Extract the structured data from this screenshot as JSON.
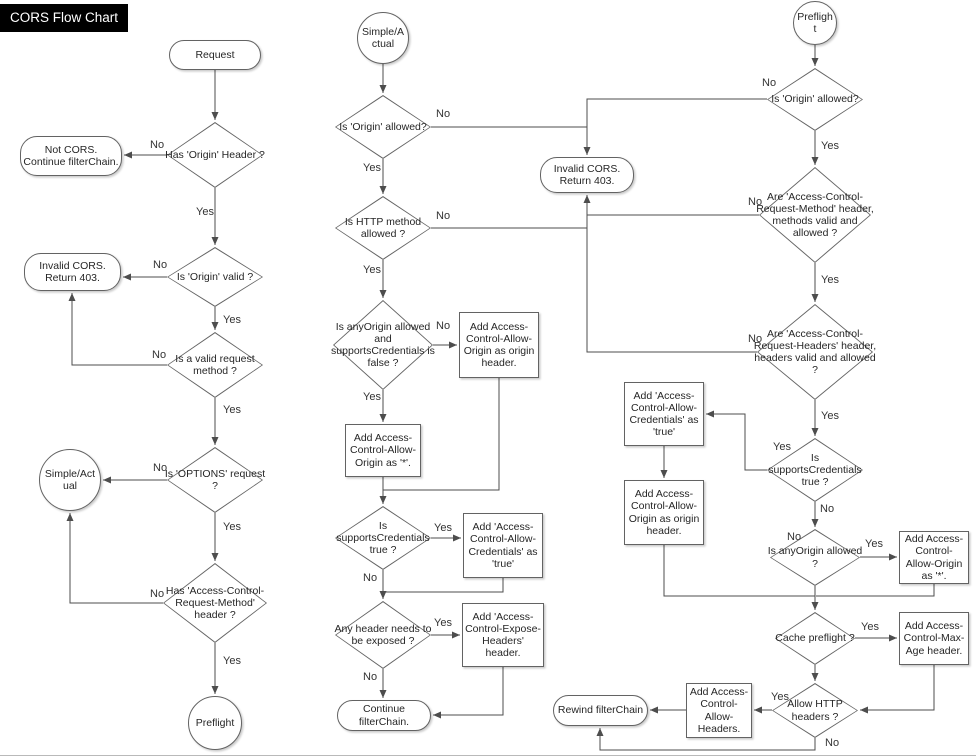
{
  "title": "CORS Flow Chart",
  "labels": {
    "yes": "Yes",
    "no": "No"
  },
  "colors": {
    "line": "#4d4d4d",
    "shape_border": "#636363",
    "text": "#262626",
    "title_bg": "#000000",
    "title_fg": "#ffffff"
  },
  "nodes": {
    "request": "Request",
    "has_origin_header": "Has 'Origin' Header ?",
    "not_cors": "Not CORS. Continue filterChain.",
    "origin_valid": "Is 'Origin' valid ?",
    "invalid_cors_left": "Invalid CORS. Return 403.",
    "valid_method": "Is a valid request method ?",
    "options_request": "Is 'OPTIONS' request ?",
    "simple_actual_left": "Simple/Actual",
    "has_acrm_header": "Has 'Access-Control-Request-Method' header ?",
    "preflight_left": "Preflight",
    "simple_actual_mid": "Simple/Actual",
    "origin_allowed_mid": "Is 'Origin' allowed?",
    "invalid_cors_mid": "Invalid CORS. Return 403.",
    "http_method_allowed": "Is HTTP method allowed ?",
    "anyorigin_supports_false": "Is anyOrigin allowed and supportsCredentials is false ?",
    "add_acao_origin_mid": "Add Access-Control-Allow-Origin as origin header.",
    "add_acao_star_mid": "Add Access-Control-Allow-Origin as '*'.",
    "supports_cred_mid": "Is supportsCredentials true ?",
    "add_acac_true_mid": "Add 'Access-Control-Allow-Credentials' as 'true'",
    "any_header_exposed": "Any header needs to be exposed ?",
    "add_aceh": "Add 'Access-Control-Expose-Headers' header.",
    "continue_filterchain": "Continue filterChain.",
    "preflight_right": "Preflight",
    "origin_allowed_right": "Is 'Origin' allowed?",
    "acrm_valid": "Are 'Access-Control-Request-Method' header, methods valid and allowed ?",
    "acrh_valid": "Are 'Access-Control-Request-Headers' header, headers valid and allowed ?",
    "supports_cred_right": "Is supportsCredentials true ?",
    "add_acac_true_right": "Add 'Access-Control-Allow-Credentials' as 'true'",
    "add_acao_origin_right": "Add Access-Control-Allow-Origin as origin header.",
    "anyorigin_allowed": "Is anyOrigin allowed ?",
    "add_acao_star_right": "Add Access-Control-Allow-Origin as '*'.",
    "cache_preflight": "Cache preflight ?",
    "add_acma": "Add Access-Control-Max-Age header.",
    "allow_http_headers": "Allow HTTP headers ?",
    "add_acah": "Add Access-Control-Allow-Headers.",
    "rewind_filterchain": "Rewind filterChain"
  }
}
